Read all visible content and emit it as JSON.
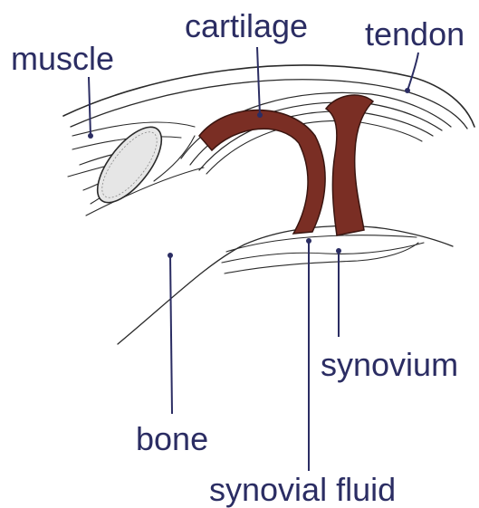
{
  "labels": {
    "muscle": "muscle",
    "cartilage": "cartilage",
    "tendon": "tendon",
    "synovium": "synovium",
    "bone": "bone",
    "synovial_fluid": "synovial fluid"
  },
  "colors": {
    "label_text": "#2b2d63",
    "cartilage": "#7a2e24",
    "line_art": "#2a2a2a",
    "muscle_oval": "#e6e6e6",
    "background": "#ffffff"
  }
}
